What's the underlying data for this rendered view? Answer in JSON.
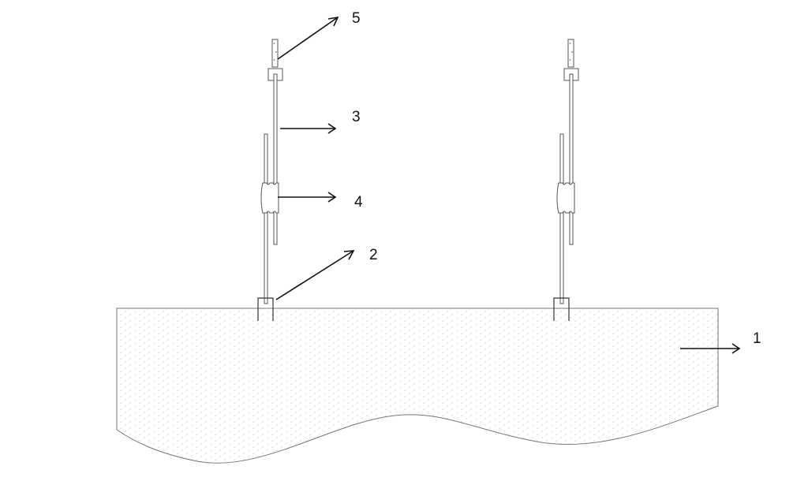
{
  "labels": {
    "ground": "1",
    "base_bracket": "2",
    "rod": "3",
    "connector": "4",
    "top_plate": "5"
  },
  "colors": {
    "line": "#111111",
    "part": "#555555",
    "dots": "#bbbbbb"
  }
}
